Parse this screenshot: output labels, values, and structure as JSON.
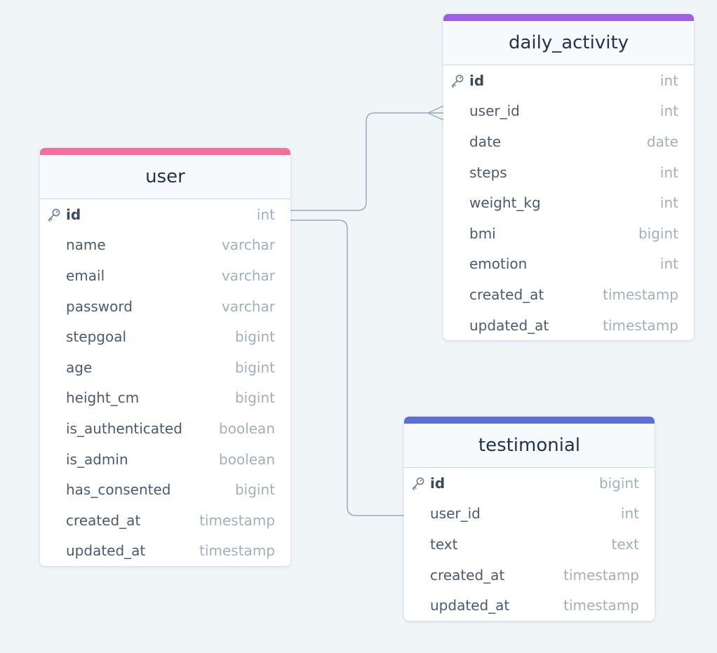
{
  "colors": {
    "background": "#f0f5f8",
    "connector": "#9aa9bb",
    "user_accent": "#f56f98",
    "daily_activity_accent": "#9b5fe0",
    "testimonial_accent": "#5f6fd1"
  },
  "icons": {
    "primary_key": "key-icon"
  },
  "tables": {
    "user": {
      "title": "user",
      "columns": [
        {
          "name": "id",
          "type": "int",
          "pk": true
        },
        {
          "name": "name",
          "type": "varchar"
        },
        {
          "name": "email",
          "type": "varchar"
        },
        {
          "name": "password",
          "type": "varchar"
        },
        {
          "name": "stepgoal",
          "type": "bigint"
        },
        {
          "name": "age",
          "type": "bigint"
        },
        {
          "name": "height_cm",
          "type": "bigint"
        },
        {
          "name": "is_authenticated",
          "type": "boolean"
        },
        {
          "name": "is_admin",
          "type": "boolean"
        },
        {
          "name": "has_consented",
          "type": "bigint"
        },
        {
          "name": "created_at",
          "type": "timestamp"
        },
        {
          "name": "updated_at",
          "type": "timestamp"
        }
      ]
    },
    "daily_activity": {
      "title": "daily_activity",
      "columns": [
        {
          "name": "id",
          "type": "int",
          "pk": true
        },
        {
          "name": "user_id",
          "type": "int"
        },
        {
          "name": "date",
          "type": "date"
        },
        {
          "name": "steps",
          "type": "int"
        },
        {
          "name": "weight_kg",
          "type": "int"
        },
        {
          "name": "bmi",
          "type": "bigint"
        },
        {
          "name": "emotion",
          "type": "int"
        },
        {
          "name": "created_at",
          "type": "timestamp"
        },
        {
          "name": "updated_at",
          "type": "timestamp"
        }
      ]
    },
    "testimonial": {
      "title": "testimonial",
      "columns": [
        {
          "name": "id",
          "type": "bigint",
          "pk": true
        },
        {
          "name": "user_id",
          "type": "int"
        },
        {
          "name": "text",
          "type": "text"
        },
        {
          "name": "created_at",
          "type": "timestamp"
        },
        {
          "name": "updated_at",
          "type": "timestamp"
        }
      ]
    }
  },
  "relationships": [
    {
      "from_table": "user",
      "from_column": "id",
      "to_table": "daily_activity",
      "to_column": "user_id",
      "cardinality": "one-to-many"
    },
    {
      "from_table": "user",
      "from_column": "id",
      "to_table": "testimonial",
      "to_column": "user_id",
      "cardinality": "one-to-one"
    }
  ]
}
